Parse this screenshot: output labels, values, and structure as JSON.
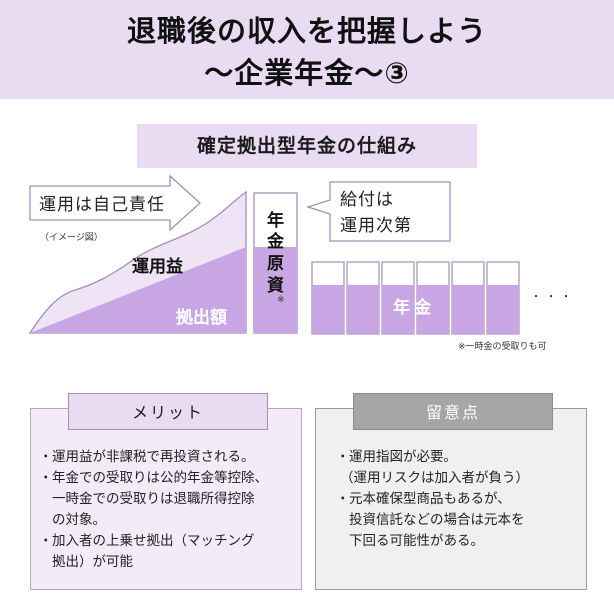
{
  "header": {
    "title_line1": "退職後の収入を把握しよう",
    "title_line2": "〜企業年金〜③"
  },
  "subtitle": "確定拠出型年金の仕組み",
  "diagram": {
    "arrow_label": "運用は自己責任",
    "image_note": "（イメージ図）",
    "investment_gain_label": "運用益",
    "contribution_label": "拠出額",
    "pension_fund_chars": [
      "年",
      "金",
      "原",
      "資"
    ],
    "pension_fund_mark": "※",
    "benefit_label_line1": "給付は",
    "benefit_label_line2": "運用次第",
    "pension_label": "年金",
    "ellipsis": "・・・",
    "lump_sum_note": "※一時金の受取りも可",
    "colors": {
      "purple_fill": "#c8a6e3",
      "light_fill": "#eee4f5",
      "outline": "#a58fb6"
    }
  },
  "merits": {
    "title": "メリット",
    "items": [
      {
        "bullet": "・",
        "lines": [
          "運用益が非課税で再投資される。"
        ]
      },
      {
        "bullet": "・",
        "lines": [
          "年金での受取りは公的年金等控除、",
          "一時金での受取りは退職所得控除",
          "の対象。"
        ]
      },
      {
        "bullet": "・",
        "lines": [
          "加入者の上乗せ拠出（マッチング",
          "拠出）が可能"
        ]
      }
    ]
  },
  "demerits": {
    "title": "留意点",
    "item1_bullet": "・",
    "item1_line1": "運用指図が必要。",
    "item1_line2": "（運用リスクは加入者が負う）",
    "item2_bullet": "・",
    "item2_line1": "元本確保型商品もあるが、",
    "item2_line2": "投資信託などの場合は元本を",
    "item2_line3": "下回る可能性がある。"
  }
}
